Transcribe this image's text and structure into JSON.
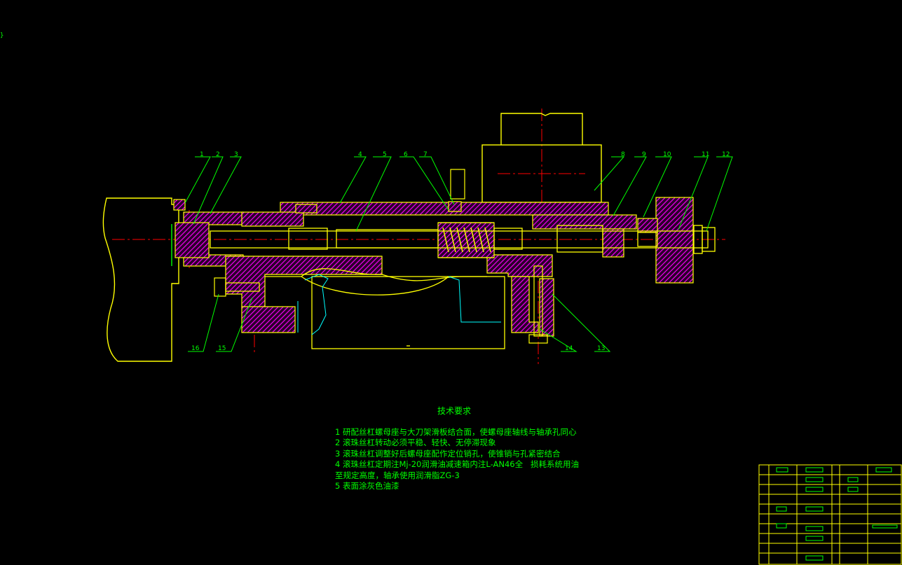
{
  "drawing": {
    "callouts": [
      "1",
      "2",
      "3",
      "4",
      "5",
      "6",
      "7",
      "8",
      "9",
      "10",
      "11",
      "12",
      "13",
      "14",
      "15",
      "16"
    ],
    "corner_mark": "}",
    "colors": {
      "outline": "#ffff00",
      "hatch": "#ff00ff",
      "leader": "#00ff00",
      "centerline": "#ff0000",
      "hidden": "#00ffff",
      "background": "#000000"
    }
  },
  "tech_requirements": {
    "title": "技术要求",
    "lines": [
      "1 研配丝杠螺母座与大刀架滑板结合面，使螺母座轴线与轴承孔同心",
      "2 滚珠丝杠转动必须平稳、轻快、无停滞现象",
      "3 滚珠丝杠调整好后螺母座配作定位销孔，使锥销与孔紧密结合",
      "4 滚珠丝杠定期注Mj-20润滑油减速箱内注L-AN46全   损耗系统用油至规定高度，轴承使用润滑脂ZG-3",
      "5 表面涂灰色油漆"
    ]
  }
}
